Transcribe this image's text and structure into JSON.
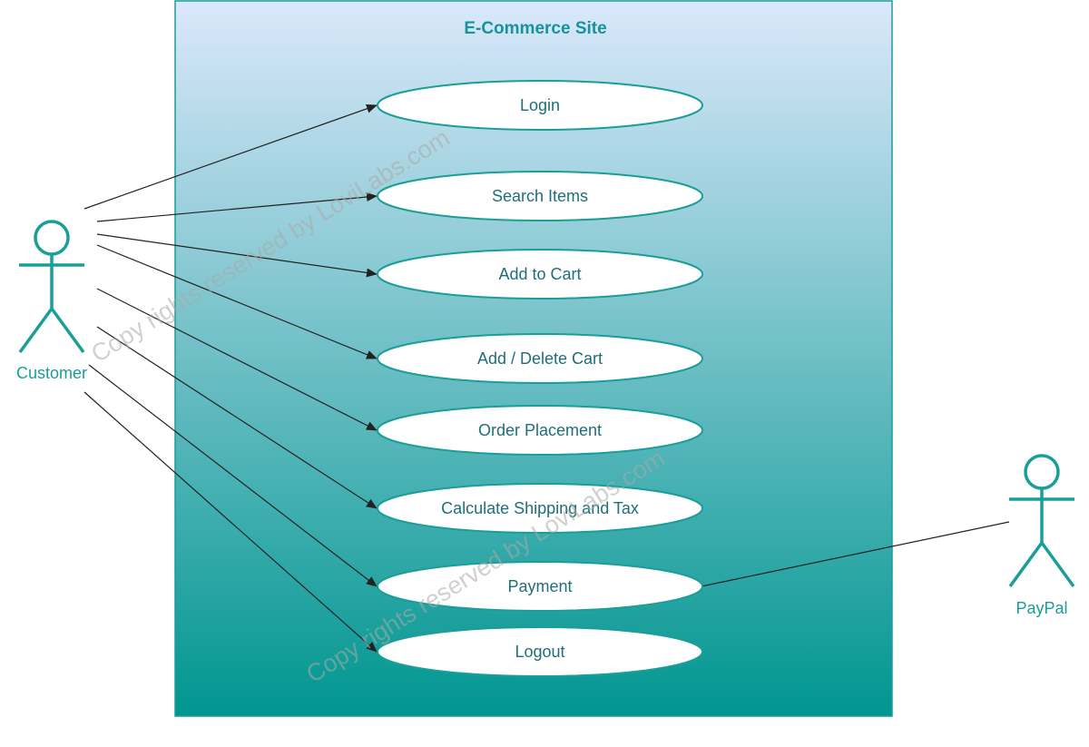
{
  "system": {
    "title": "E-Commerce Site"
  },
  "actors": [
    {
      "id": "customer",
      "label": "Customer",
      "icon": "stick-figure-icon"
    },
    {
      "id": "paypal",
      "label": "PayPal",
      "icon": "stick-figure-icon"
    }
  ],
  "use_cases": [
    {
      "id": "login",
      "label": "Login"
    },
    {
      "id": "search-items",
      "label": "Search Items"
    },
    {
      "id": "add-to-cart",
      "label": "Add to Cart"
    },
    {
      "id": "add-delete-cart",
      "label": "Add / Delete Cart"
    },
    {
      "id": "order-placement",
      "label": "Order Placement"
    },
    {
      "id": "calculate-shipping-tax",
      "label": "Calculate Shipping and Tax"
    },
    {
      "id": "payment",
      "label": "Payment"
    },
    {
      "id": "logout",
      "label": "Logout"
    }
  ],
  "associations": [
    {
      "from": "customer",
      "to": "login",
      "arrow": true
    },
    {
      "from": "customer",
      "to": "search-items",
      "arrow": true
    },
    {
      "from": "customer",
      "to": "add-to-cart",
      "arrow": true
    },
    {
      "from": "customer",
      "to": "add-delete-cart",
      "arrow": true
    },
    {
      "from": "customer",
      "to": "order-placement",
      "arrow": true
    },
    {
      "from": "customer",
      "to": "calculate-shipping-tax",
      "arrow": true
    },
    {
      "from": "customer",
      "to": "payment",
      "arrow": true
    },
    {
      "from": "customer",
      "to": "logout",
      "arrow": true
    },
    {
      "from": "paypal",
      "to": "payment",
      "arrow": false
    }
  ],
  "watermark": {
    "text": "Copy rights reserved by LoviLabs.com"
  },
  "colors": {
    "actor": "#1a9e98",
    "title": "#17939a",
    "system_gradient_top": "#dbe8fb",
    "system_gradient_bottom": "#009690",
    "system_border": "#1a9e98",
    "use_case_fill": "#ffffff",
    "use_case_border": "#1a9e98",
    "use_case_text": "#1f6f78",
    "association_line": "#222222"
  }
}
